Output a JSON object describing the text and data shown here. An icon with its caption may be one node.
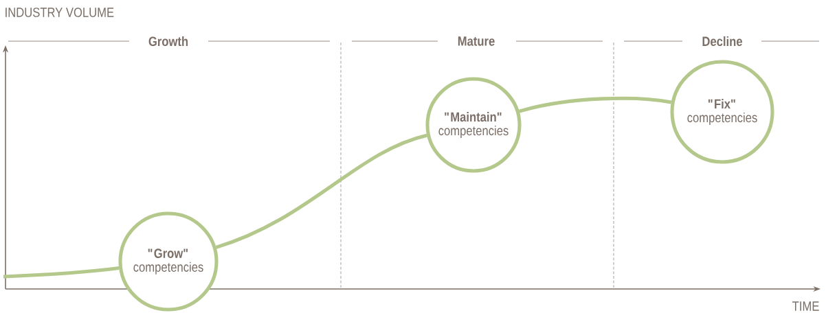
{
  "diagram": {
    "nodes": [
      {
        "text": [
          "\"Grow\"",
          "competencies"
        ]
      },
      {
        "text": [
          "\"Maintain\"",
          "competencies"
        ]
      },
      {
        "text": [
          "\"Fix\"",
          "competencies"
        ]
      }
    ],
    "edges": [
      {
        "from": null,
        "to": 0,
        "arrow": "none"
      },
      {
        "from": 0,
        "to": 1,
        "arrow": "none"
      },
      {
        "from": 1,
        "to": 2,
        "arrow": "none"
      }
    ],
    "labels": [
      "INDUSTRY VOLUME",
      "Growth",
      "Mature",
      "Decline",
      "TIME"
    ]
  }
}
